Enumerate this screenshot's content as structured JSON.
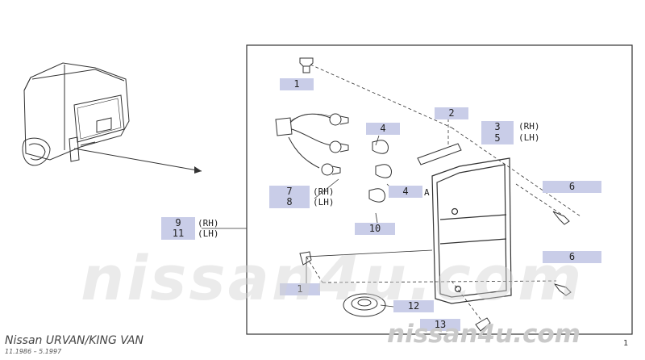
{
  "labels": {
    "c1a": "1",
    "c1b": "1",
    "c2": "2",
    "c3": "3",
    "c5": "5",
    "c4a": "4",
    "c4b": "4",
    "c6a": "6",
    "c6b": "6",
    "c7": "7",
    "c8": "8",
    "c9": "9",
    "c10": "10",
    "c11": "11",
    "c12": "12",
    "c13": "13",
    "rh1": "(RH)",
    "lh1": "(LH)",
    "rh2": "(RH)",
    "lh2": "(LH)",
    "rh3": "(RH)",
    "lh3": "(LH)",
    "a": "A"
  },
  "footer": {
    "title": "Nissan URVAN/KING VAN",
    "years": "11.1986 – 5.1997",
    "page": "1"
  },
  "watermarks": {
    "main": "nissan4u.com",
    "corner": "nissan4u.com"
  }
}
